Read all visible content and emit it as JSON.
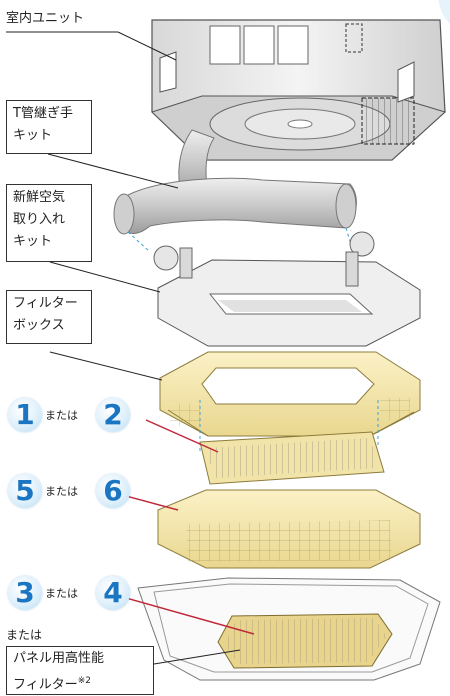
{
  "labels": {
    "indoor_unit": "室内ユニット",
    "t_joint_kit": [
      "T管継ぎ手",
      "キット"
    ],
    "fresh_air_kit": [
      "新鮮空気",
      "取り入れ",
      "キット"
    ],
    "filter_box": [
      "フィルター",
      "ボックス"
    ],
    "or_bottom": "または",
    "panel_filter": [
      "パネル用高性能",
      "フィルター"
    ],
    "panel_filter_note": "※2"
  },
  "option_rows": [
    {
      "left": "1",
      "connector": "または",
      "right": "2"
    },
    {
      "left": "5",
      "connector": "または",
      "right": "6"
    },
    {
      "left": "3",
      "connector": "または",
      "right": "4"
    }
  ],
  "colors": {
    "badge_text": "#1a75c2",
    "filter_yellow": "#f7eab4",
    "filter_dark": "#c9b97a",
    "leader_red": "#c0283a",
    "dashed_blue": "#3aa0d8"
  }
}
